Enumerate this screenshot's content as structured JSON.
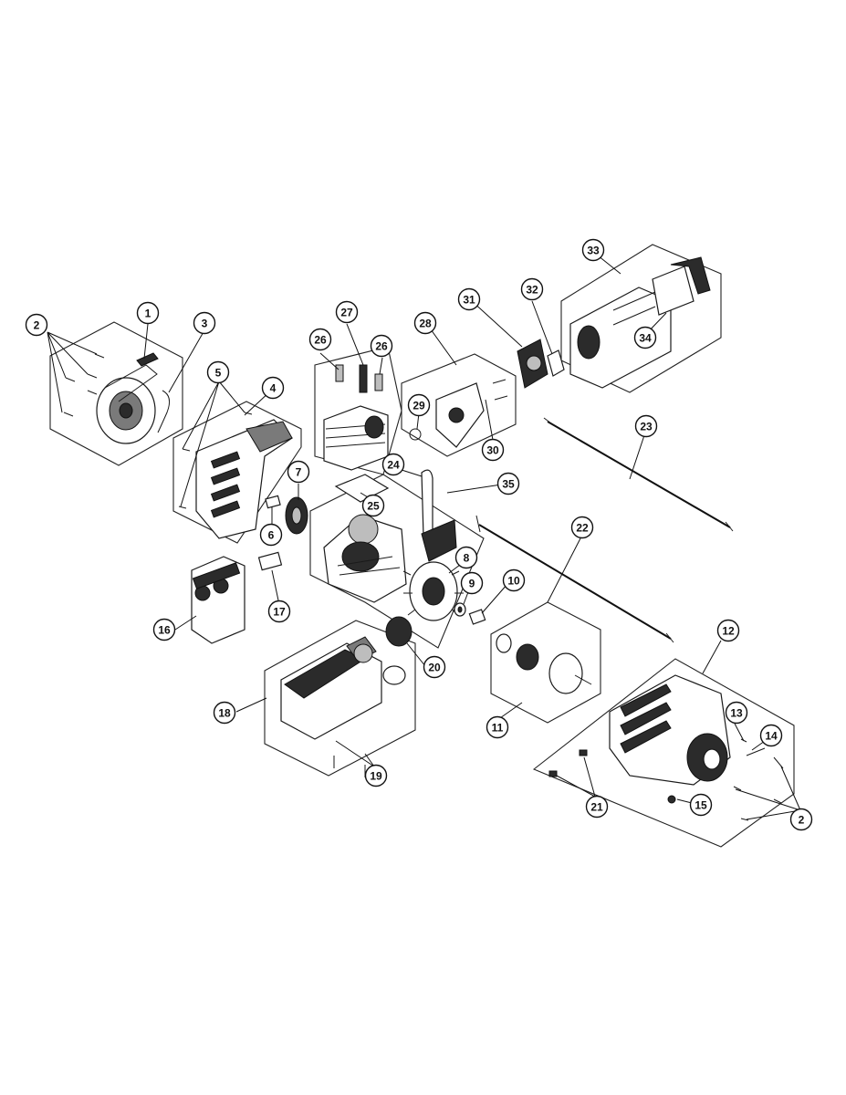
{
  "callouts": [
    {
      "id": "c1",
      "label": "1"
    },
    {
      "id": "c2a",
      "label": "2"
    },
    {
      "id": "c2b",
      "label": "2"
    },
    {
      "id": "c3",
      "label": "3"
    },
    {
      "id": "c4",
      "label": "4"
    },
    {
      "id": "c5",
      "label": "5"
    },
    {
      "id": "c6",
      "label": "6"
    },
    {
      "id": "c7",
      "label": "7"
    },
    {
      "id": "c8",
      "label": "8"
    },
    {
      "id": "c9",
      "label": "9"
    },
    {
      "id": "c10",
      "label": "10"
    },
    {
      "id": "c11",
      "label": "11"
    },
    {
      "id": "c12",
      "label": "12"
    },
    {
      "id": "c13",
      "label": "13"
    },
    {
      "id": "c14",
      "label": "14"
    },
    {
      "id": "c15",
      "label": "15"
    },
    {
      "id": "c16",
      "label": "16"
    },
    {
      "id": "c17",
      "label": "17"
    },
    {
      "id": "c18",
      "label": "18"
    },
    {
      "id": "c19",
      "label": "19"
    },
    {
      "id": "c20",
      "label": "20"
    },
    {
      "id": "c21",
      "label": "21"
    },
    {
      "id": "c22",
      "label": "22"
    },
    {
      "id": "c23",
      "label": "23"
    },
    {
      "id": "c24",
      "label": "24"
    },
    {
      "id": "c25",
      "label": "25"
    },
    {
      "id": "c26a",
      "label": "26"
    },
    {
      "id": "c26b",
      "label": "26"
    },
    {
      "id": "c27",
      "label": "27"
    },
    {
      "id": "c28",
      "label": "28"
    },
    {
      "id": "c29",
      "label": "29"
    },
    {
      "id": "c30",
      "label": "30"
    },
    {
      "id": "c31",
      "label": "31"
    },
    {
      "id": "c32",
      "label": "32"
    },
    {
      "id": "c33",
      "label": "33"
    },
    {
      "id": "c34",
      "label": "34"
    },
    {
      "id": "c35",
      "label": "35"
    }
  ],
  "colors": {
    "ink": "#111111",
    "paper": "#ffffff",
    "shade": "#7a7a7a"
  }
}
